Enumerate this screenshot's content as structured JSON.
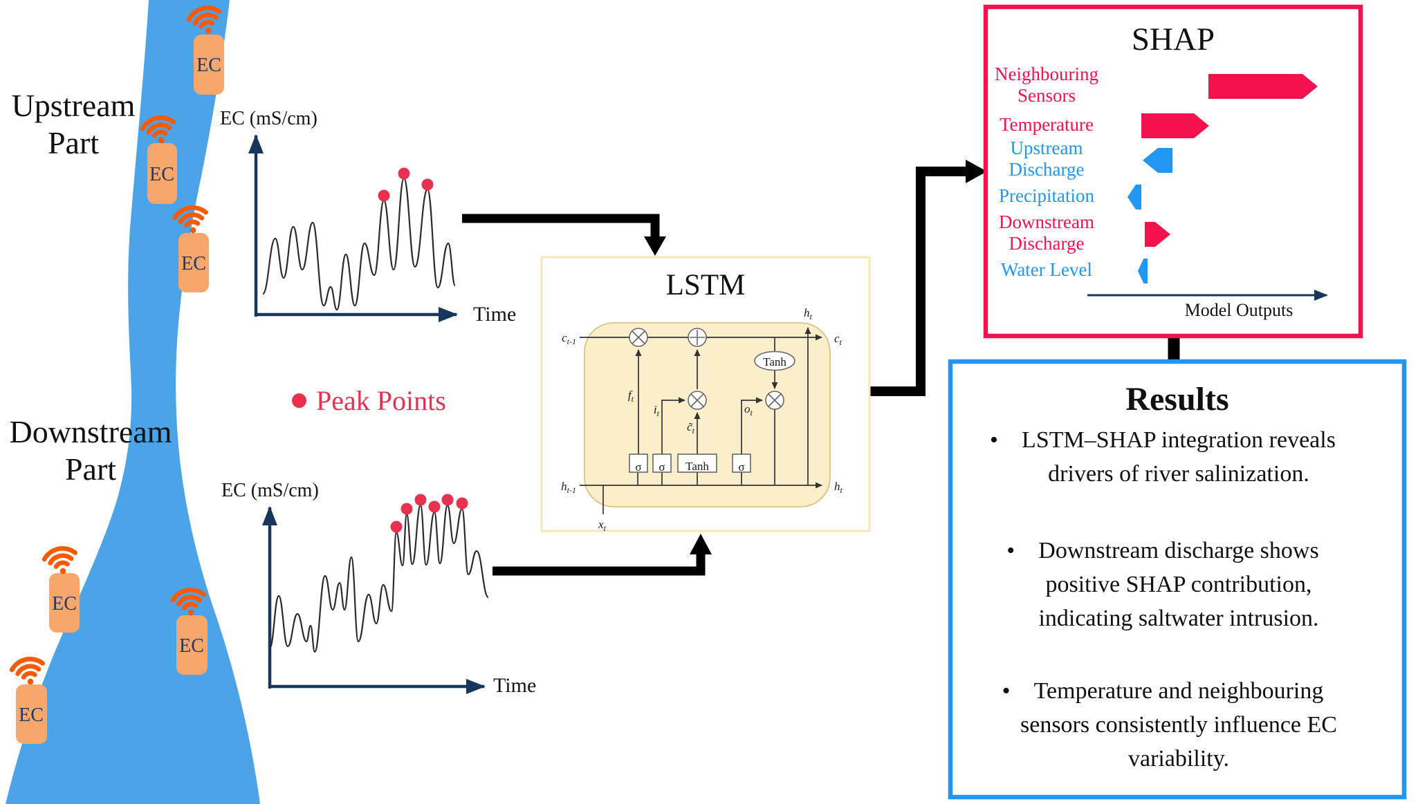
{
  "colors": {
    "river_blue": "#4BA4E8",
    "sensor_orange": "#F7A76C",
    "sensor_text": "#1F3864",
    "wifi_orange": "#FA5A00",
    "peak_red": "#E8304F",
    "shap_crimson": "#F5114E",
    "shap_blue": "#2196F3",
    "axis_navy": "#17365C",
    "results_border": "#2196F3",
    "lstm_inner_fill": "#FBEECB",
    "lstm_inner_border": "#D9BC79",
    "lstm_outer_border": "#F8E7B4",
    "arrow_black": "#000000"
  },
  "river": {
    "upstream": {
      "line1": "Upstream",
      "line2": "Part"
    },
    "downstream": {
      "line1": "Downstream",
      "line2": "Part"
    },
    "sensor_label": "EC",
    "sensor_count": 6
  },
  "charts": {
    "upstream": {
      "y_label": "EC (mS/cm)",
      "x_label": "Time",
      "peak_count": 3
    },
    "downstream": {
      "y_label": "EC (mS/cm)",
      "x_label": "Time",
      "peak_count": 6
    }
  },
  "legend": {
    "label": "Peak Points"
  },
  "lstm": {
    "title": "LSTM",
    "labels": {
      "c_prev": {
        "b": "c",
        "s": "t-1"
      },
      "c_out": {
        "b": "c",
        "s": "t"
      },
      "h_prev": {
        "b": "h",
        "s": "t-1"
      },
      "h_out": {
        "b": "h",
        "s": "t"
      },
      "x_in": {
        "b": "x",
        "s": "t"
      },
      "f_gate": {
        "b": "f",
        "s": "t"
      },
      "i_gate": {
        "b": "i",
        "s": "t"
      },
      "c_tilde": {
        "b": "c̃",
        "s": "t"
      },
      "o_gate": {
        "b": "o",
        "s": "t"
      },
      "sigma": "σ",
      "tanh": "Tanh"
    }
  },
  "shap": {
    "title": "SHAP",
    "axis_label": "Model Outputs",
    "features": [
      {
        "label_lines": [
          "Neighbouring",
          "Sensors"
        ],
        "sign": "positive",
        "bar_from": 1747,
        "bar_to": 1905
      },
      {
        "label_lines": [
          "Temperature"
        ],
        "sign": "positive",
        "bar_from": 1650,
        "bar_to": 1748
      },
      {
        "label_lines": [
          "Upstream",
          "Discharge"
        ],
        "sign": "negative",
        "bar_from": 1695,
        "bar_to": 1652
      },
      {
        "label_lines": [
          "Precipitation"
        ],
        "sign": "negative",
        "bar_from": 1650,
        "bar_to": 1630
      },
      {
        "label_lines": [
          "Downstream",
          "Discharge"
        ],
        "sign": "positive",
        "bar_from": 1655,
        "bar_to": 1692
      },
      {
        "label_lines": [
          "Water Level"
        ],
        "sign": "negative",
        "bar_from": 1659,
        "bar_to": 1645
      }
    ]
  },
  "results": {
    "title": "Results",
    "bullet_glyph": "•",
    "bullets": [
      [
        "LSTM–SHAP integration reveals",
        "drivers of river salinization."
      ],
      [
        "Downstream discharge shows",
        "positive SHAP contribution,",
        "indicating saltwater intrusion."
      ],
      [
        "Temperature and neighbouring",
        "sensors consistently influence EC",
        "variability."
      ]
    ]
  }
}
